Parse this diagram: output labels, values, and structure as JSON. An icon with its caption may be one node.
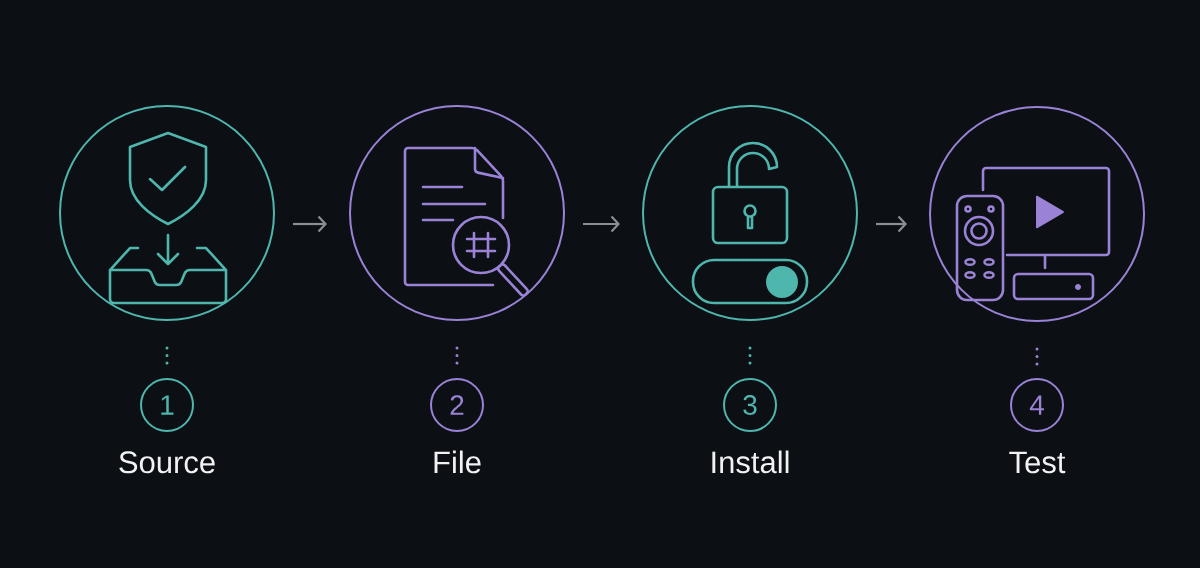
{
  "diagram": {
    "nodes": [
      {
        "text": [],
        "shape": "circle"
      },
      {
        "text": [
          "1"
        ],
        "beside": [
          "Source"
        ]
      },
      {
        "text": [],
        "shape": "circle"
      },
      {
        "text": [
          "2"
        ],
        "beside": [
          "File"
        ]
      },
      {
        "text": [],
        "shape": "circle"
      },
      {
        "text": [
          "3"
        ],
        "beside": [
          "Install"
        ]
      },
      {
        "text": [],
        "shape": "circle"
      },
      {
        "text": [
          "4"
        ],
        "beside": [
          "Test"
        ]
      }
    ],
    "edges": [
      {
        "from": 0,
        "to": 2,
        "arrow": "to"
      },
      {
        "from": 2,
        "to": 4,
        "arrow": "to"
      },
      {
        "from": 4,
        "to": 6,
        "arrow": "to"
      },
      {
        "from": 0,
        "to": 1,
        "arrow": "none",
        "style": "dashed",
        "color": "#4fb6ae"
      },
      {
        "from": 2,
        "to": 3,
        "arrow": "none",
        "style": "dashed",
        "color": "#9a83d6"
      },
      {
        "from": 4,
        "to": 5,
        "arrow": "none",
        "style": "dashed",
        "color": "#4fb6ae"
      },
      {
        "from": 6,
        "to": 7,
        "arrow": "none",
        "style": "dashed",
        "color": "#9a83d6"
      }
    ]
  }
}
